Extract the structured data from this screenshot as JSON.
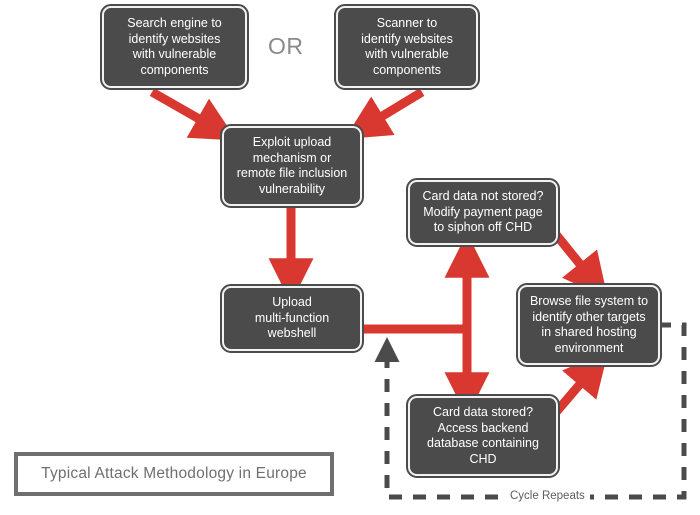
{
  "diagram": {
    "title": "Typical Attack Methodology in Europe",
    "or_label": "OR",
    "cycle_label": "Cycle Repeats",
    "colors": {
      "node_fill": "#4b4b4b",
      "node_inner_border": "#f2f2f2",
      "arrow_red": "#d8382f",
      "dashed_gray": "#4b4b4b",
      "legend_border": "#6f6f6f",
      "legend_text": "#6f6f6f",
      "or_text": "#8a8a8a",
      "background": "#ffffff"
    },
    "nodes": [
      {
        "id": "search-engine",
        "text": "Search engine to\nidentify websites\nwith vulnerable\ncomponents"
      },
      {
        "id": "scanner",
        "text": "Scanner to\nidentify websites\nwith vulnerable\ncomponents"
      },
      {
        "id": "exploit-upload",
        "text": "Exploit upload\nmechanism or\nremote file inclusion\nvulnerability"
      },
      {
        "id": "upload-webshell",
        "text": "Upload\nmulti-function\nwebshell"
      },
      {
        "id": "card-not-stored",
        "text": "Card data not stored?\nModify payment page\nto siphon off CHD"
      },
      {
        "id": "browse-filesystem",
        "text": "Browse file system to\nidentify other targets\nin shared hosting\nenvironment"
      },
      {
        "id": "card-stored",
        "text": "Card data stored?\nAccess backend\ndatabase containing\nCHD"
      }
    ],
    "edges": [
      {
        "id": "search-to-exploit",
        "from": "search-engine",
        "to": "exploit-upload",
        "style": "solid",
        "color": "red"
      },
      {
        "id": "scanner-to-exploit",
        "from": "scanner",
        "to": "exploit-upload",
        "style": "solid",
        "color": "red"
      },
      {
        "id": "exploit-to-webshell",
        "from": "exploit-upload",
        "to": "upload-webshell",
        "style": "solid",
        "color": "red"
      },
      {
        "id": "webshell-to-branch",
        "from": "upload-webshell",
        "to": "branch-junction",
        "style": "solid",
        "color": "red"
      },
      {
        "id": "branch-to-card-not-stored",
        "from": "branch-junction",
        "to": "card-not-stored",
        "style": "solid",
        "color": "red"
      },
      {
        "id": "branch-to-card-stored",
        "from": "branch-junction",
        "to": "card-stored",
        "style": "solid",
        "color": "red"
      },
      {
        "id": "card-not-stored-to-browse",
        "from": "card-not-stored",
        "to": "browse-filesystem",
        "style": "solid",
        "color": "red"
      },
      {
        "id": "card-stored-to-browse",
        "from": "card-stored",
        "to": "browse-filesystem",
        "style": "solid",
        "color": "red"
      },
      {
        "id": "browse-to-webshell-cycle",
        "from": "browse-filesystem",
        "to": "webshell-branch",
        "style": "dashed",
        "color": "gray"
      }
    ]
  }
}
